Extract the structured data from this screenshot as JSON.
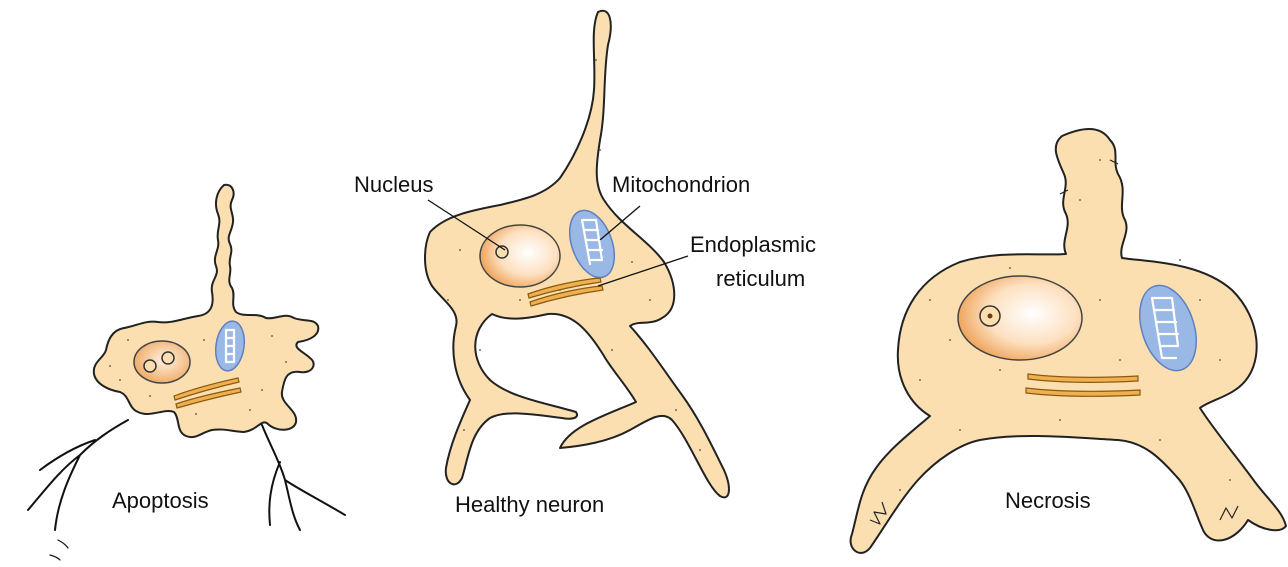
{
  "cells": {
    "apoptosis": {
      "label": "Apoptosis"
    },
    "healthy": {
      "label": "Healthy neuron"
    },
    "necrosis": {
      "label": "Necrosis"
    }
  },
  "annotations": {
    "nucleus": "Nucleus",
    "mitochondrion": "Mitochondrion",
    "er_line1": "Endoplasmic",
    "er_line2": "reticulum"
  },
  "colors": {
    "cytoplasm": "#fbdfb0",
    "outline": "#222222",
    "nucleus_edge": "#ec9a4a",
    "nucleus_center": "#ffffff",
    "mitochondrion": "#9ab8e6",
    "endoplasmic_reticulum": "#f0b050"
  }
}
